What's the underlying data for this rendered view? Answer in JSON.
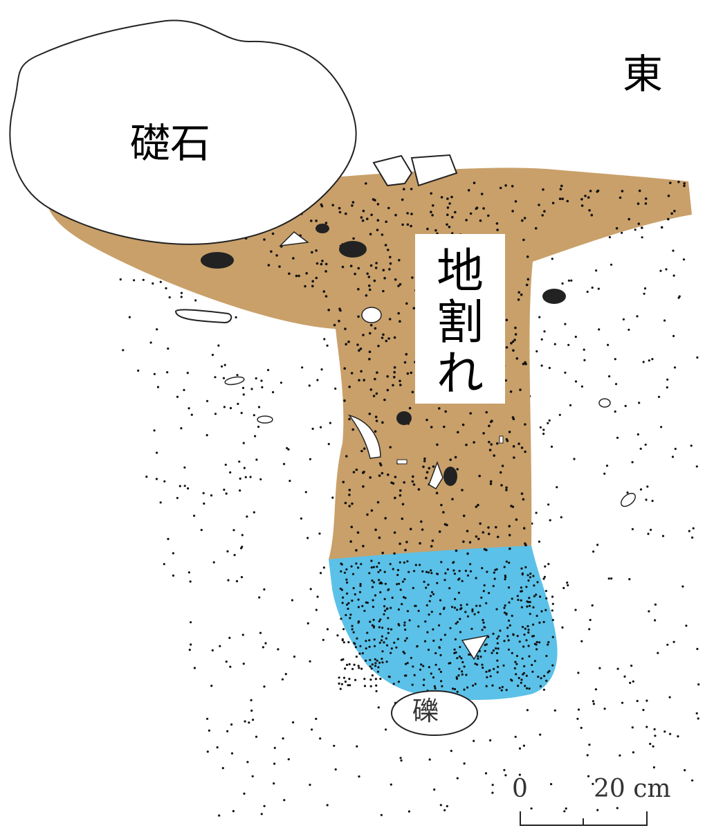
{
  "labels": {
    "foundation_stone": "礎石",
    "direction": "東",
    "ground_crack": "地割れ",
    "gravel": "礫"
  },
  "scale_bar": {
    "zero": "0",
    "twenty": "20 cm"
  },
  "colors": {
    "crack_fill": "#C9A06A",
    "lower_fill": "#5BC1E8",
    "dots": "#111111",
    "outline": "#222222"
  }
}
